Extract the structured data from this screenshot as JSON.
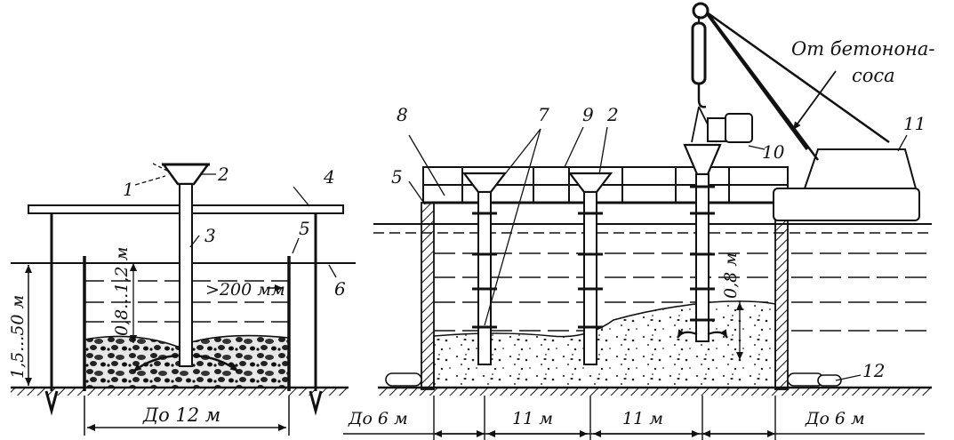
{
  "left_panel": {
    "callouts": {
      "c1": "1",
      "c2": "2",
      "c3": "3",
      "c4": "4",
      "c5": "5",
      "c6": "6"
    },
    "depth_range": "1,5...50 м",
    "immersion": "0,8...1,2 м",
    "layer": ">200 мм",
    "width": "До 12 м"
  },
  "right_panel": {
    "callouts": {
      "c2": "2",
      "c5": "5",
      "c7": "7",
      "c8": "8",
      "c9": "9",
      "c10": "10",
      "c11": "11",
      "c12": "12"
    },
    "source_line1": "От бетонона-",
    "source_line2": "соса",
    "immersion": "0,8 м",
    "spacing": {
      "edge_left": "До 6 м",
      "mid1": "11 м",
      "mid2": "11 м",
      "edge_right": "До 6 м"
    }
  }
}
